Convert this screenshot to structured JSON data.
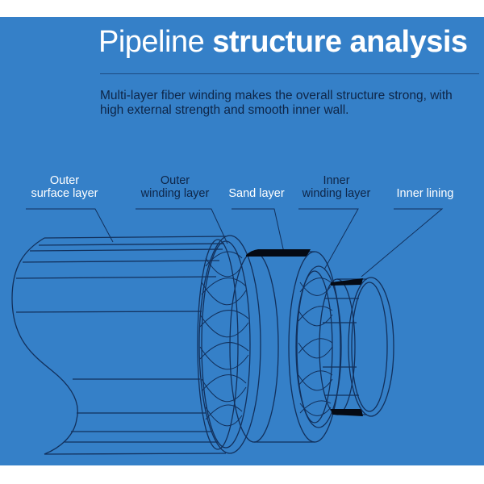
{
  "title": {
    "regular": "Pipeline",
    "bold": "structure analysis"
  },
  "subtitle": "Multi-layer fiber winding makes the overall structure strong, with high external strength and smooth inner wall.",
  "layers": [
    {
      "line1": "Outer",
      "line2": "surface layer",
      "color": "#ffffff"
    },
    {
      "line1": "Outer",
      "line2": "winding layer",
      "color": "#0e2547"
    },
    {
      "line1": "",
      "line2": "Sand layer",
      "color": "#ffffff"
    },
    {
      "line1": "Inner",
      "line2": "winding layer",
      "color": "#0e2547"
    },
    {
      "line1": "",
      "line2": "Inner lining",
      "color": "#ffffff"
    }
  ],
  "colors": {
    "background": "#3580c8",
    "line": "#12305c",
    "accent_band": "#050a14"
  }
}
